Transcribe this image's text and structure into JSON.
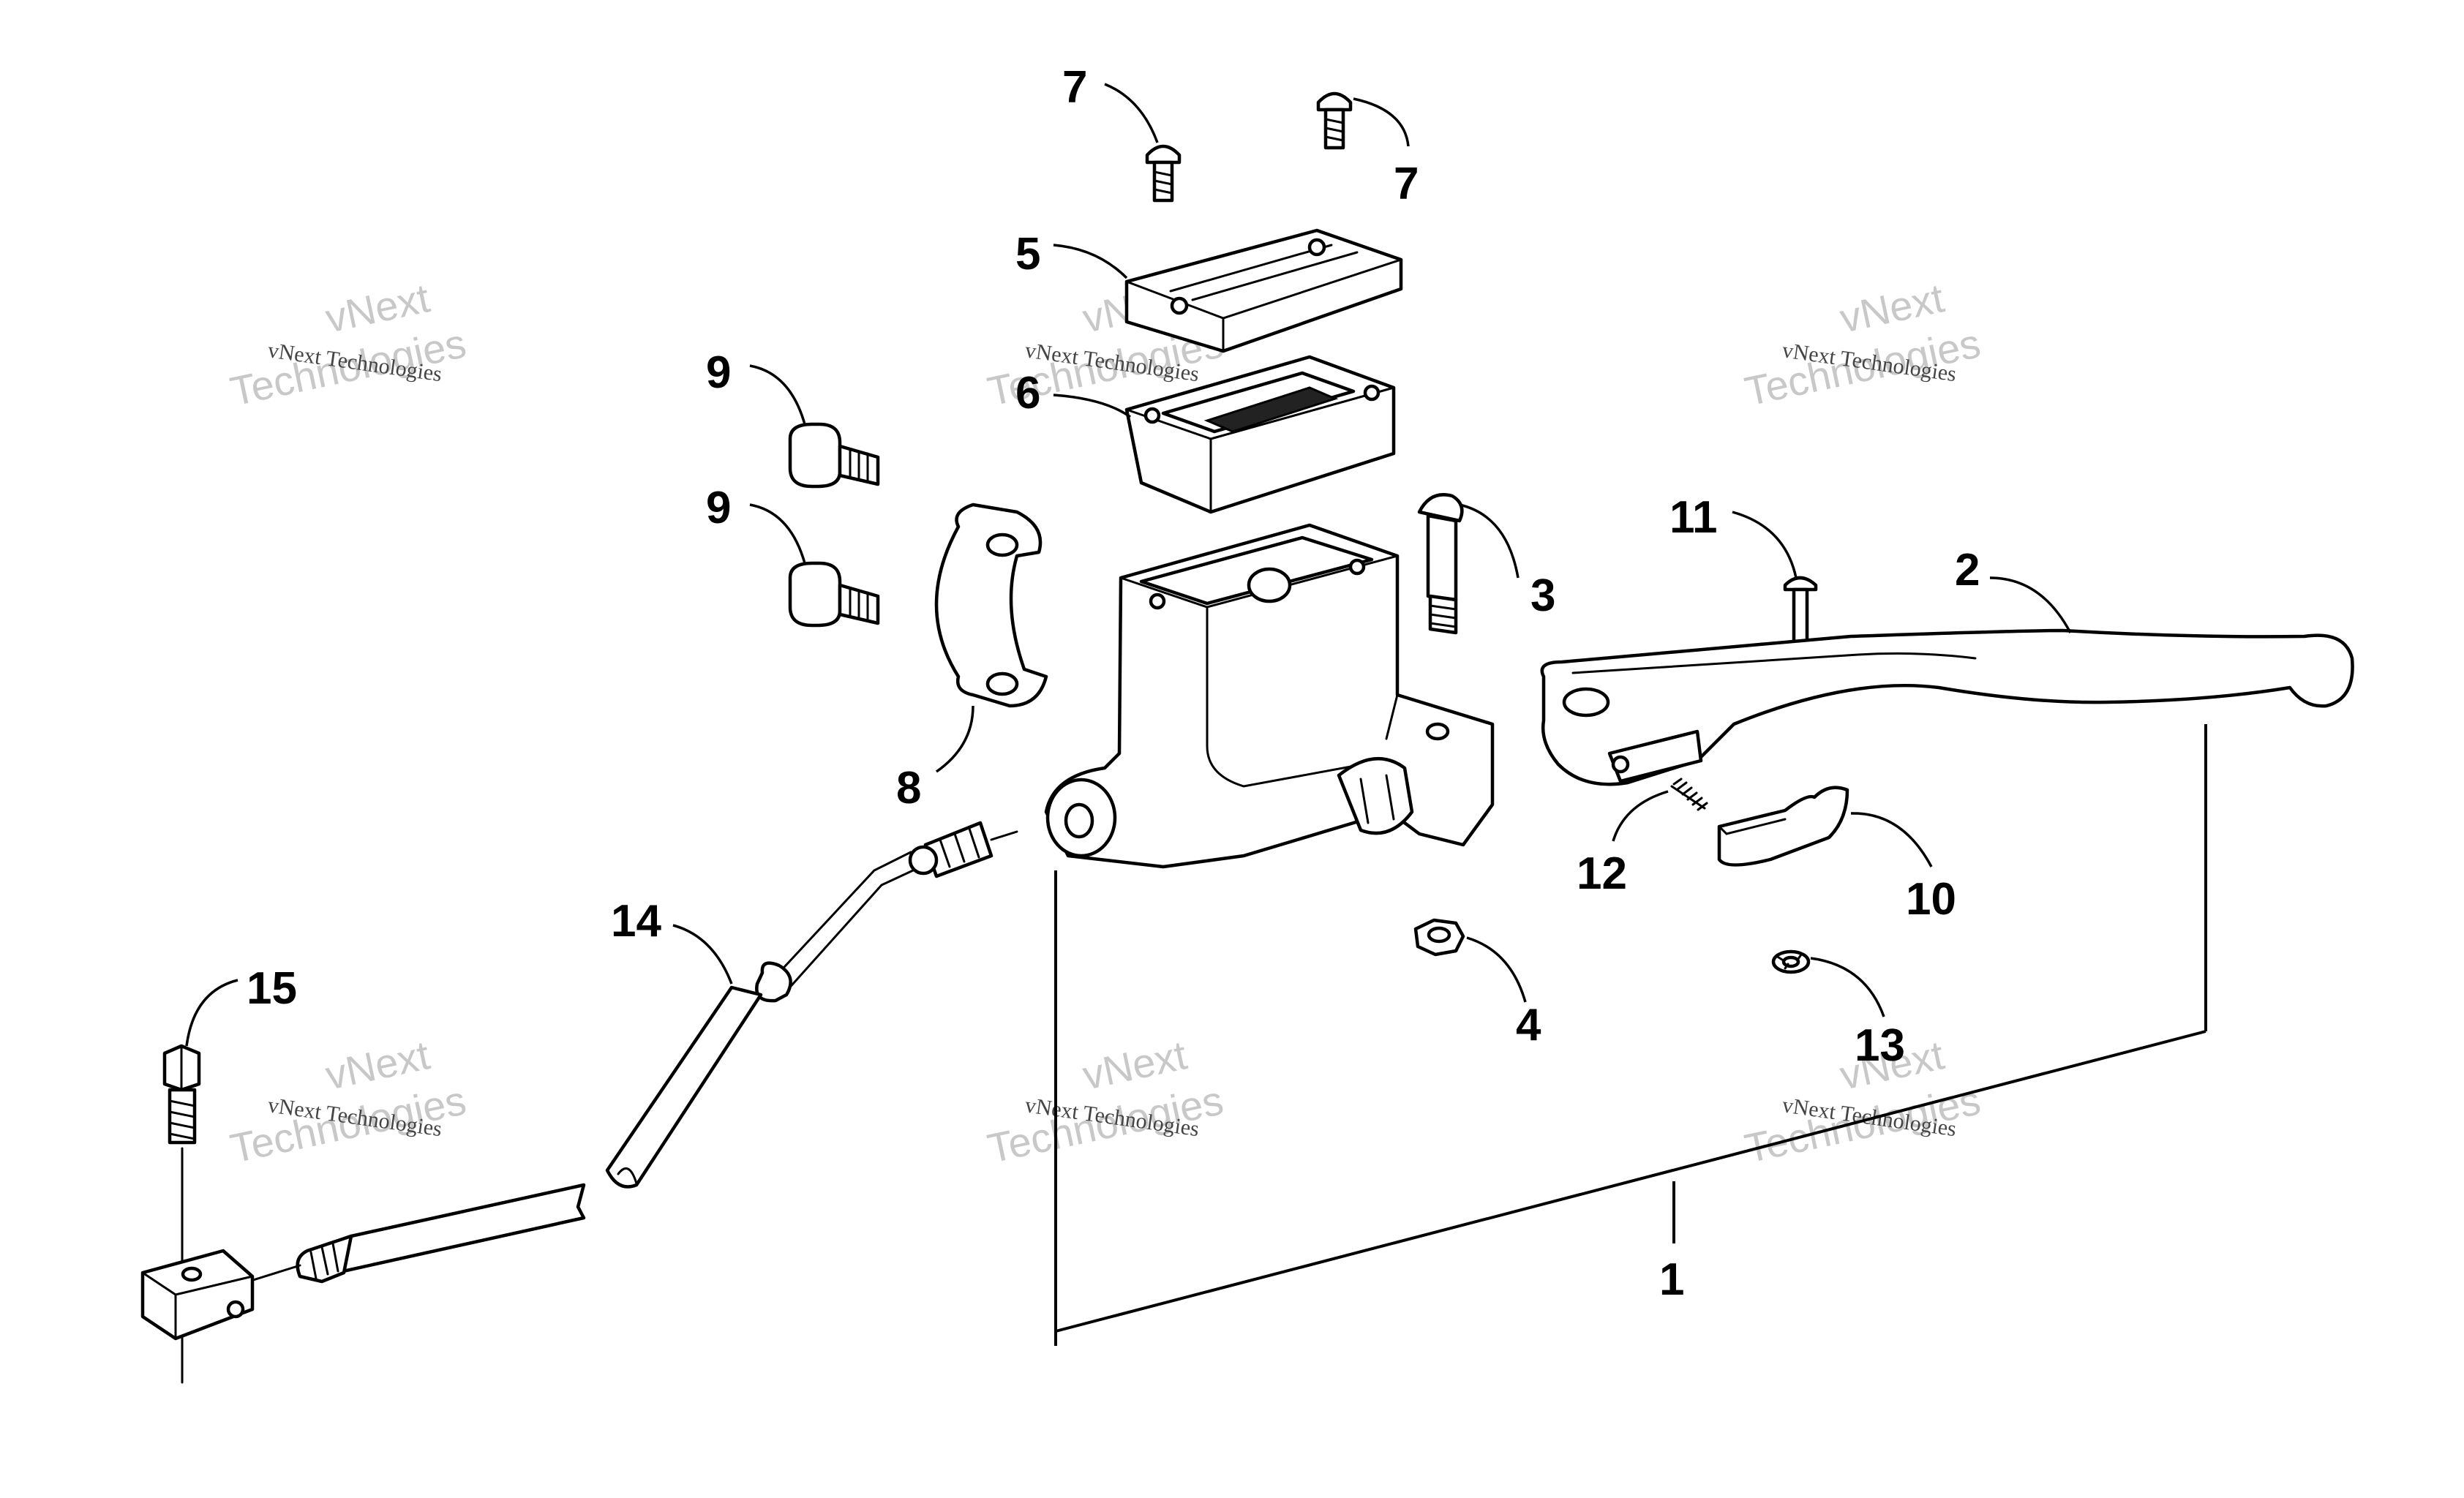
{
  "watermark": {
    "line1": "vNext",
    "line2": "Technologies",
    "caption": "vNext Technologies"
  },
  "callouts": {
    "c1": "1",
    "c2": "2",
    "c3": "3",
    "c4": "4",
    "c5": "5",
    "c6": "6",
    "c7a": "7",
    "c7b": "7",
    "c8": "8",
    "c9a": "9",
    "c9b": "9",
    "c10": "10",
    "c11": "11",
    "c12": "12",
    "c13": "13",
    "c14": "14",
    "c15": "15"
  }
}
